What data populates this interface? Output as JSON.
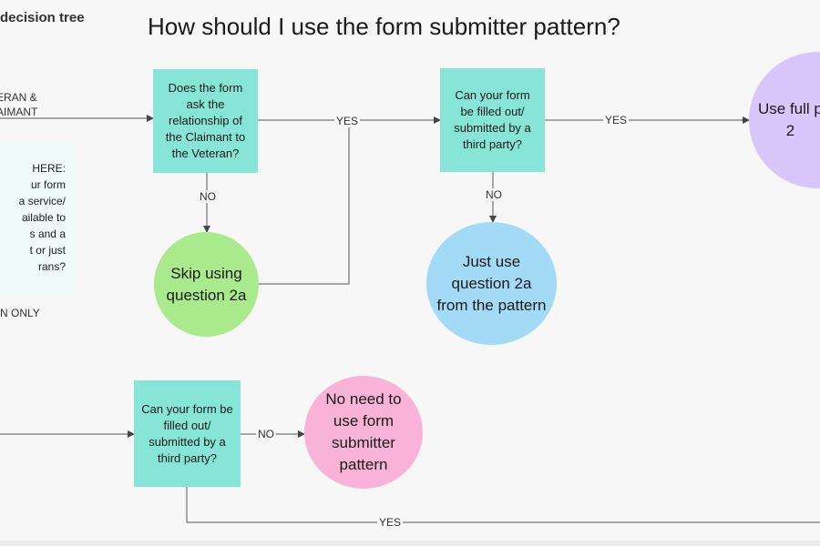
{
  "frame_label": "decision tree",
  "title": "How should I use the form submitter pattern?",
  "left_entry_label": "ERAN &\nAIMANT",
  "note_lines": [
    "HERE:",
    "ur form",
    "a service/",
    "ailable to",
    "s and a",
    "t or just",
    "rans?"
  ],
  "note_footer": "N ONLY",
  "nodes": {
    "q_relationship": "Does the form ask the relationship of the Claimant to the Veteran?",
    "skip_2a": "Skip using question 2a",
    "q_third_party_top": "Can your form be filled out/ submitted by a third party?",
    "just_2a": "Just use question 2a from the pattern",
    "use_full": "Use full p\n2",
    "q_third_party_bottom": "Can your form be filled out/ submitted by a third party?",
    "no_need": "No need to use form submitter pattern"
  },
  "edge_labels": {
    "yes_1": "YES",
    "yes_2": "YES",
    "no_1": "NO",
    "no_2": "NO",
    "no_3": "NO",
    "yes_3": "YES"
  },
  "colors": {
    "question_box": "#86e5d6",
    "skip_circle": "#a9ea8c",
    "just_circle": "#a3dbf7",
    "full_circle": "#d9c6fb",
    "no_need_circle": "#f9b3d9"
  }
}
